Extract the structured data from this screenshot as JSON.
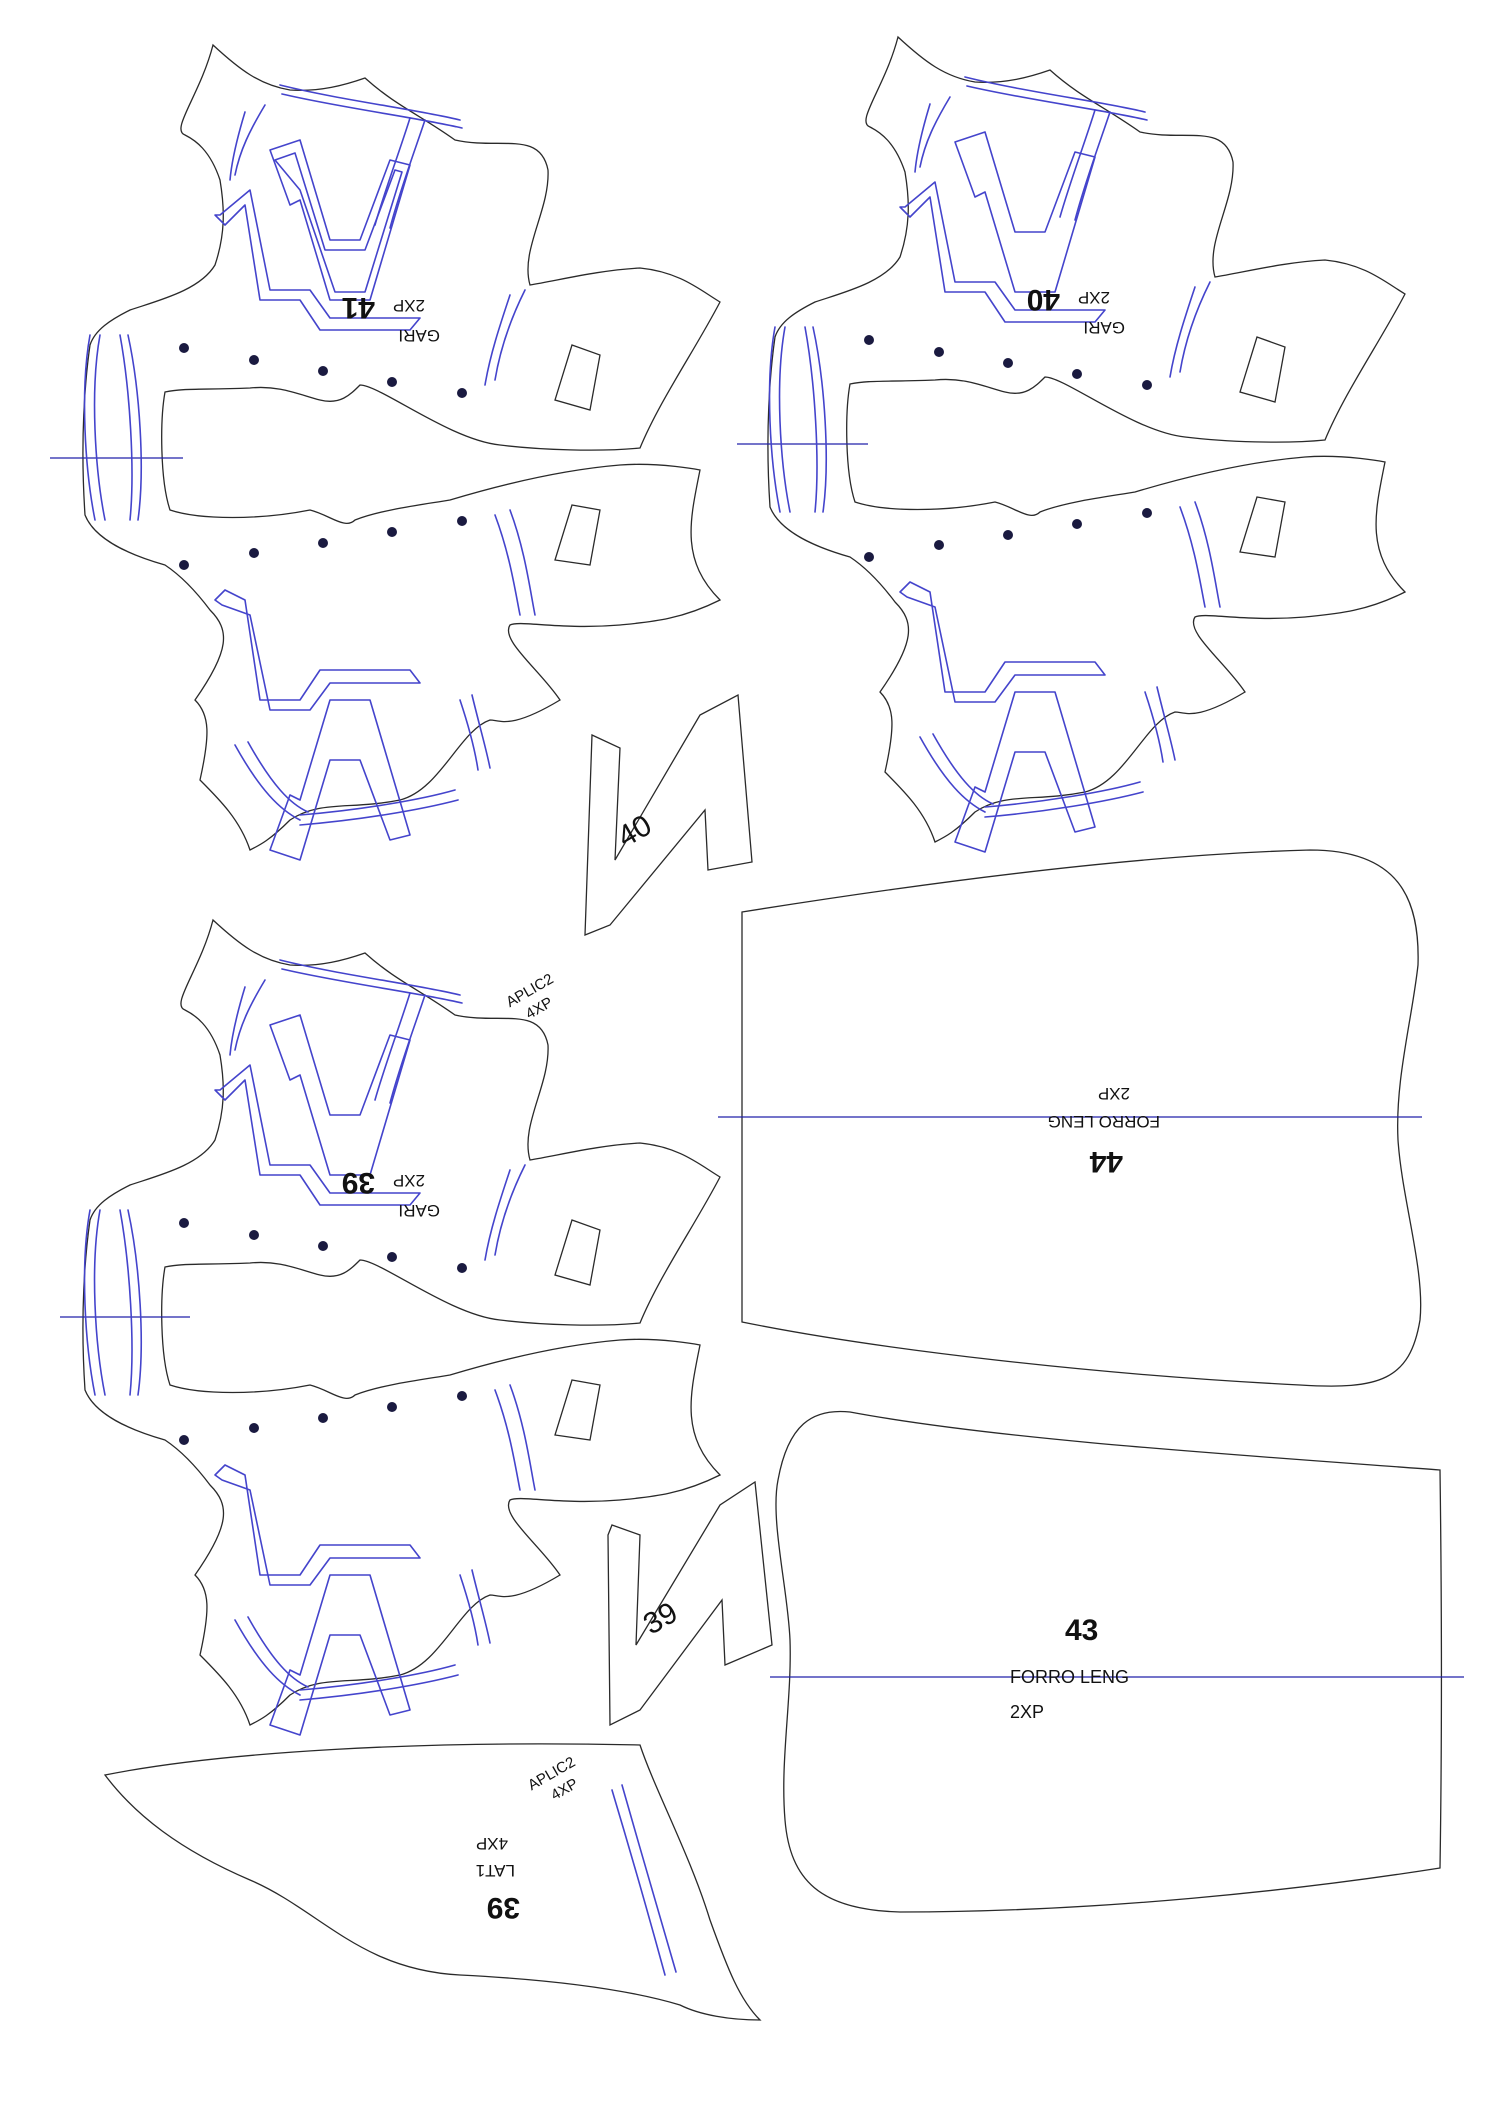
{
  "colors": {
    "outline": "#2a2a2a",
    "marking": "#4444cc",
    "center_line": "#2222aa",
    "punch_hole": "#1a1a40",
    "background": "#ffffff"
  },
  "pieces": {
    "gari41": {
      "name": "GARI",
      "qty": "2XP",
      "size": "41"
    },
    "gari40": {
      "name": "GARI",
      "qty": "2XP",
      "size": "40"
    },
    "gari39": {
      "name": "GARI",
      "qty": "2XP",
      "size": "39"
    },
    "aplic40": {
      "name": "APLIC2",
      "qty": "4XP",
      "size": "40"
    },
    "aplic39": {
      "name": "APLIC2",
      "qty": "4XP",
      "size": "39"
    },
    "forro44": {
      "name": "FORRO LENG",
      "qty": "2XP",
      "size": "44"
    },
    "forro43": {
      "name": "FORRO LENG",
      "qty": "2XP",
      "size": "43"
    },
    "lat39": {
      "name": "LAT1",
      "qty": "4XP",
      "size": "39"
    }
  }
}
